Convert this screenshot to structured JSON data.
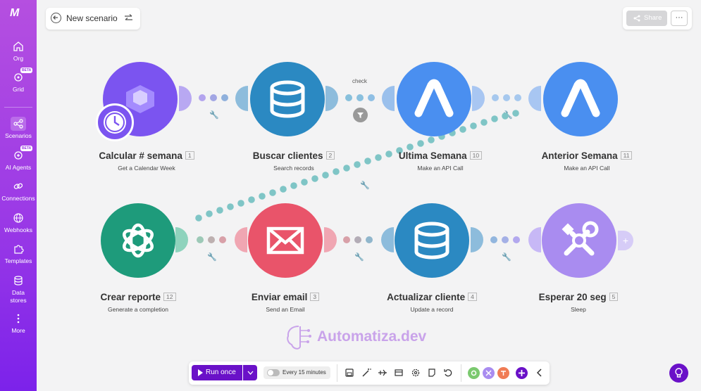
{
  "sidebar": {
    "logo": "M",
    "items": [
      {
        "label": "Org"
      },
      {
        "label": "Grid",
        "badge": "BETA"
      },
      {
        "label": "Scenarios"
      },
      {
        "label": "AI Agents",
        "badge": "BETA"
      },
      {
        "label": "Connections"
      },
      {
        "label": "Webhooks"
      },
      {
        "label": "Templates"
      },
      {
        "label": "Data stores"
      },
      {
        "label": "More"
      }
    ]
  },
  "header": {
    "scenario_name": "New scenario",
    "share_label": "Share",
    "more_label": "···"
  },
  "filter_label": "check",
  "modules": [
    {
      "name": "Calcular # semana",
      "num": "1",
      "sub": "Get a Calendar Week",
      "color": "#7b54f0"
    },
    {
      "name": "Buscar clientes",
      "num": "2",
      "sub": "Search records",
      "color": "#2b89c2"
    },
    {
      "name": "Ultima Semana",
      "num": "10",
      "sub": "Make an API Call",
      "color": "#4a8ff0"
    },
    {
      "name": "Anterior Semana",
      "num": "11",
      "sub": "Make an API Call",
      "color": "#4a8ff0"
    },
    {
      "name": "Crear reporte",
      "num": "12",
      "sub": "Generate a completion",
      "color": "#1e9b7b"
    },
    {
      "name": "Enviar email",
      "num": "3",
      "sub": "Send an Email",
      "color": "#e9546a"
    },
    {
      "name": "Actualizar cliente",
      "num": "4",
      "sub": "Update a record",
      "color": "#2b89c2"
    },
    {
      "name": "Esperar 20 seg",
      "num": "5",
      "sub": "Sleep",
      "color": "#a98cf0"
    }
  ],
  "toolbar": {
    "run_label": "Run once",
    "schedule_label": "Every 15 minutes"
  },
  "brand": {
    "text": "Automatiza.dev"
  }
}
